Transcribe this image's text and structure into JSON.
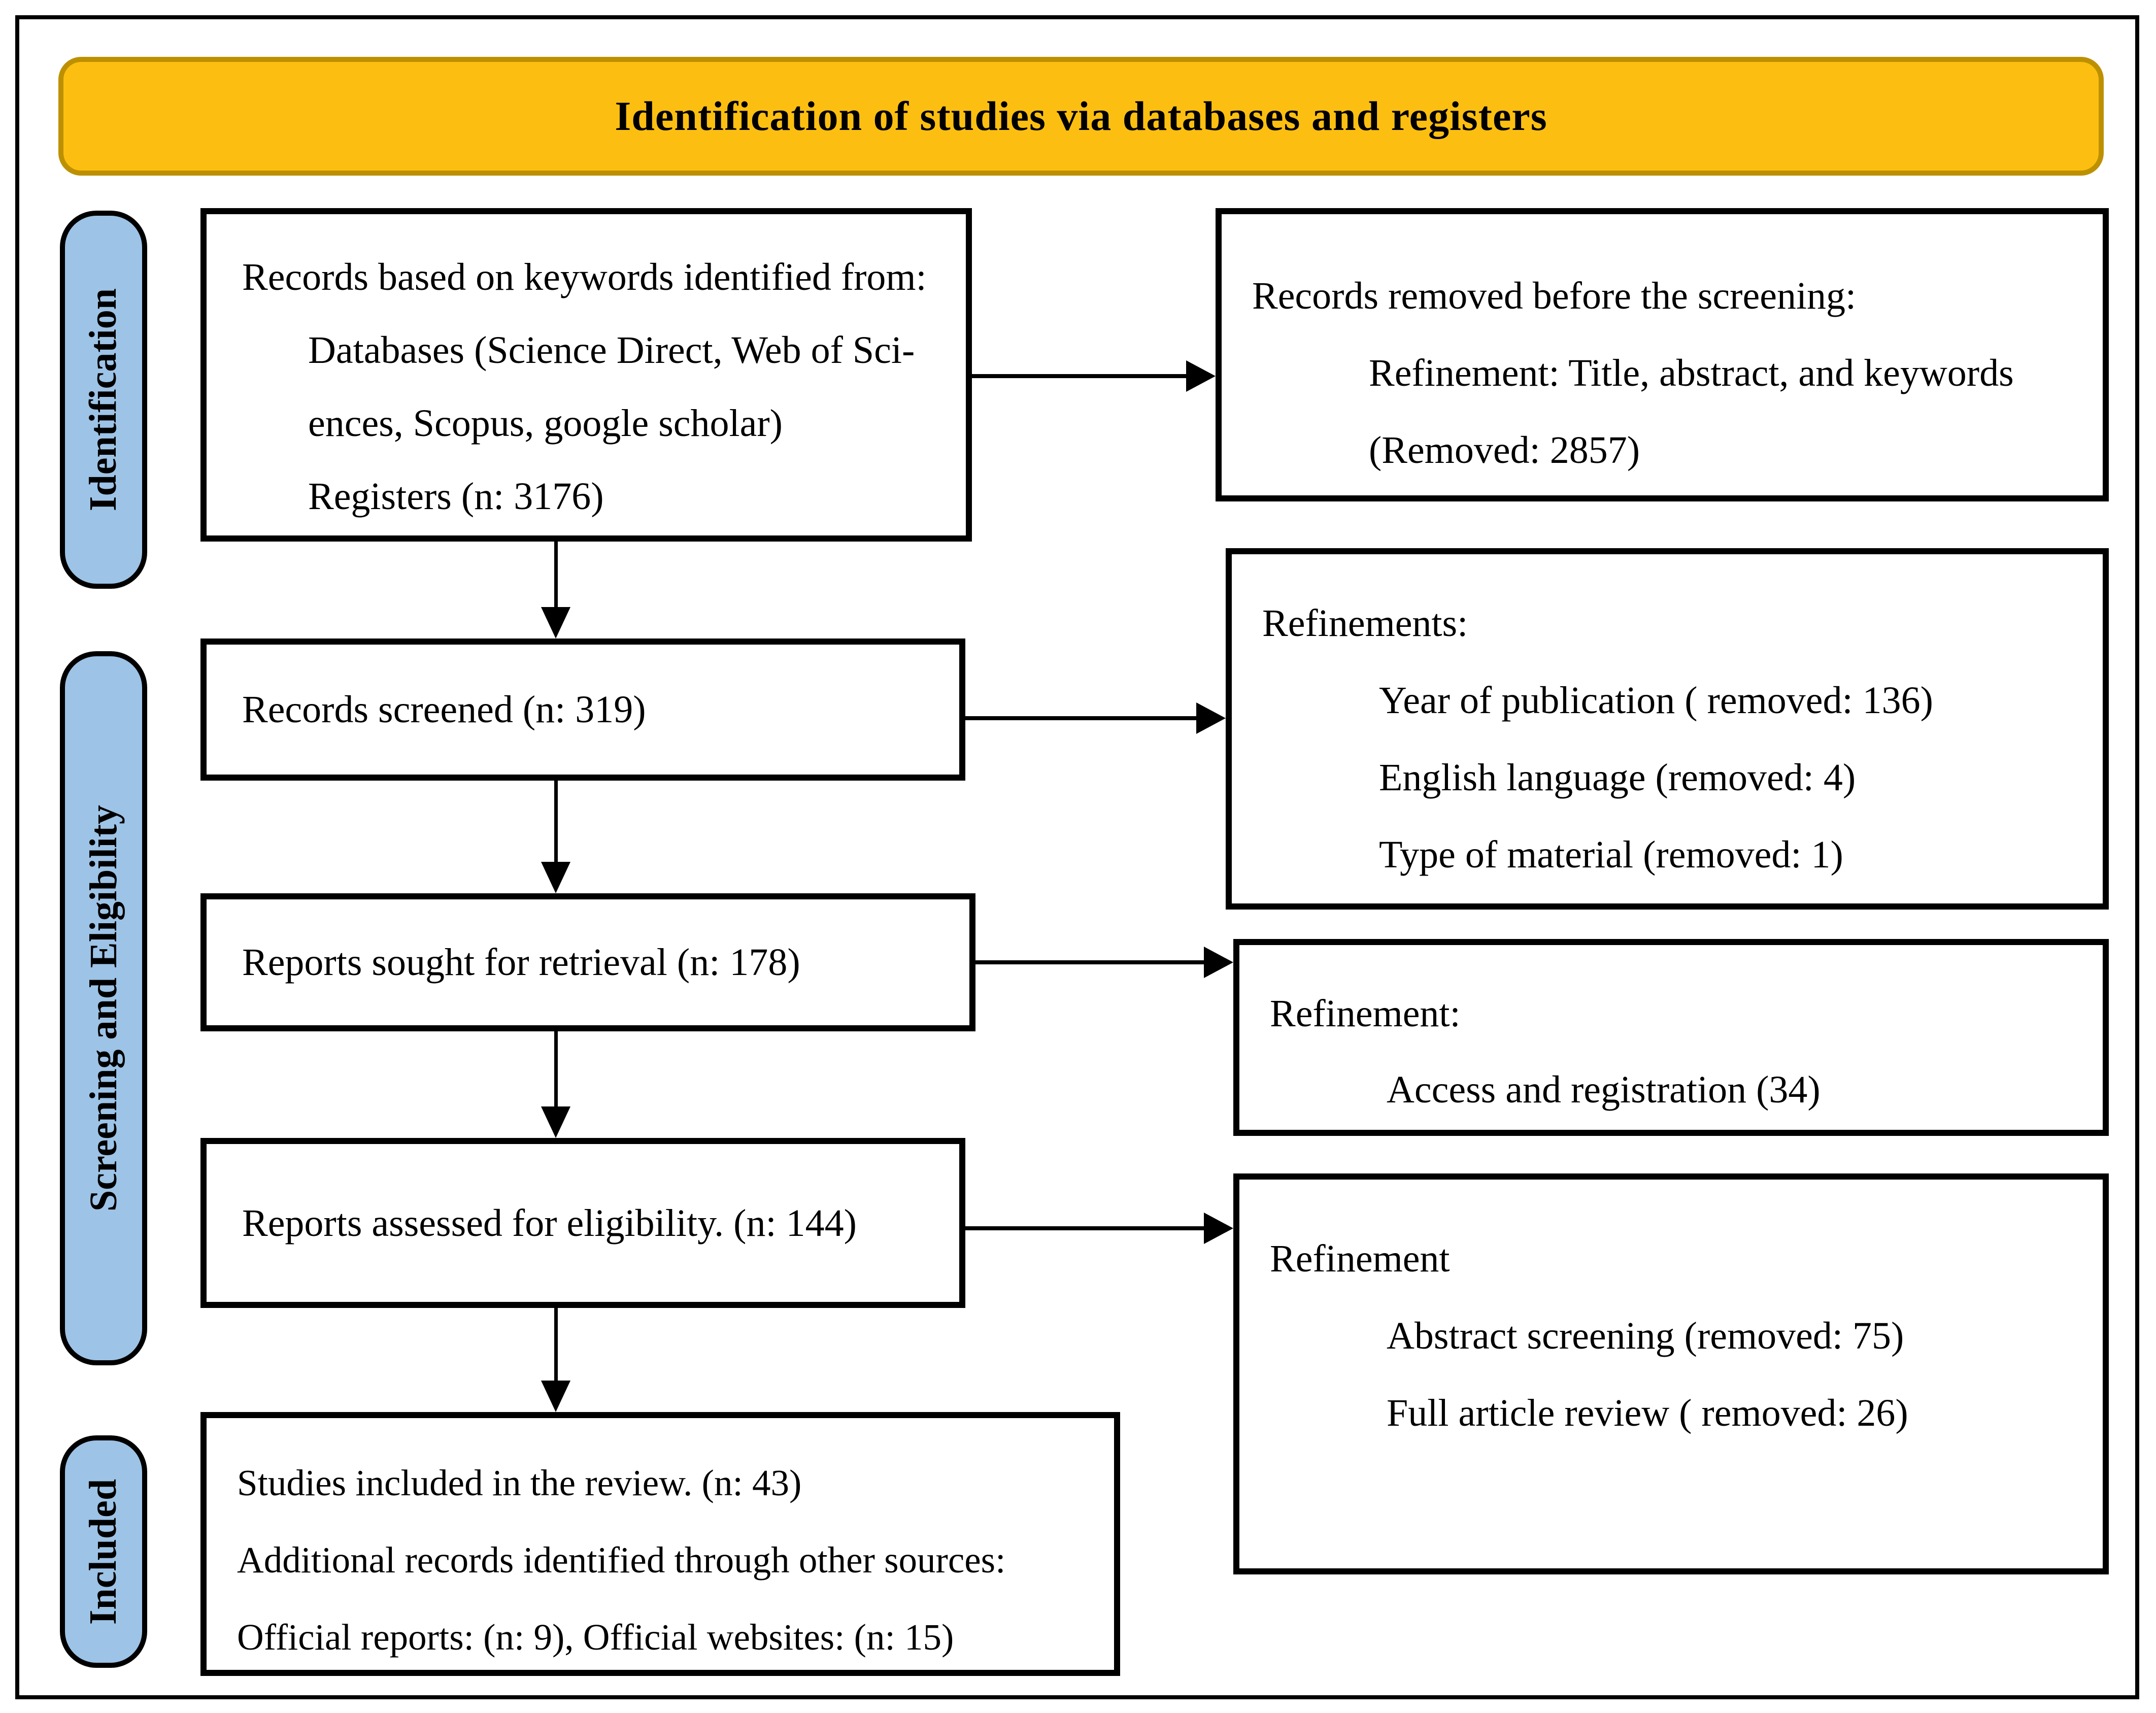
{
  "banner": {
    "title": "Identification of studies via databases and registers"
  },
  "sidebar": {
    "identification": "Identification",
    "screening": "Screening and Eligibility",
    "included": "Included"
  },
  "boxes": {
    "records_identified": {
      "line1": "Records based on keywords identified from:",
      "line2": "Databases (Science Direct, Web of Sci-",
      "line3": "ences, Scopus, google scholar)",
      "line4": "Registers (n: 3176)"
    },
    "records_removed": {
      "line1": "Records removed before the screening:",
      "line2": "Refinement: Title, abstract, and keywords",
      "line3": "(Removed: 2857)"
    },
    "records_screened": {
      "line1": "Records screened (n: 319)"
    },
    "refinements": {
      "line1": "Refinements:",
      "line2": "Year of publication ( removed: 136)",
      "line3": "English language (removed: 4)",
      "line4": "Type of material (removed: 1)"
    },
    "reports_sought": {
      "line1": "Reports sought for retrieval (n: 178)"
    },
    "refinement_access": {
      "line1": "Refinement:",
      "line2": "Access and registration (34)"
    },
    "reports_assessed": {
      "line1": "Reports assessed for eligibility. (n: 144)"
    },
    "refinement_review": {
      "line1": "Refinement",
      "line2": "Abstract screening (removed: 75)",
      "line3": "Full article review ( removed: 26)"
    },
    "studies_included": {
      "line1": "Studies included in the review. (n: 43)",
      "line2": "Additional records identified through other sources:",
      "line3": "Official reports: (n: 9), Official websites: (n: 15)"
    }
  },
  "colors": {
    "banner_bg": "#FCBF11",
    "banner_border": "#BD9000",
    "pill_bg": "#9DC3E6",
    "box_border": "#000000",
    "line": "#000000"
  }
}
